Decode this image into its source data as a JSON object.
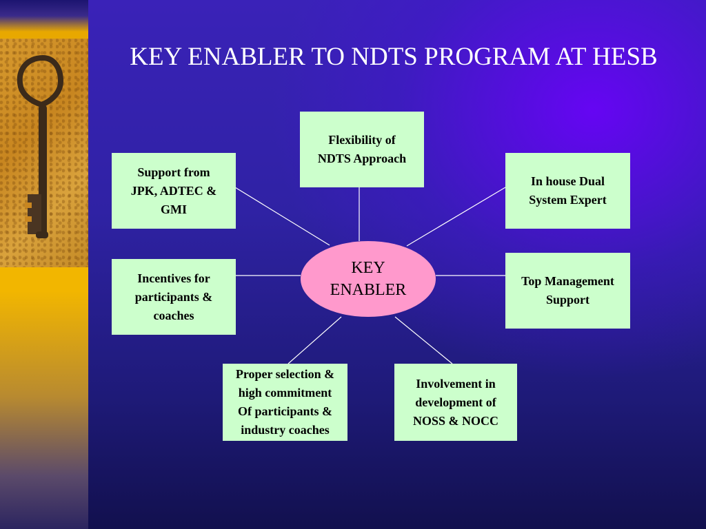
{
  "title": "KEY ENABLER TO NDTS PROGRAM AT HESB",
  "hub_label": "KEY\nENABLER",
  "boxes": {
    "top": "Flexibility of\nNDTS Approach",
    "upper_left": "Support from\nJPK, ADTEC &\nGMI",
    "upper_right": "In house Dual\nSystem Expert",
    "middle_left": "Incentives for\nparticipants &\ncoaches",
    "middle_right": "Top Management\nSupport",
    "lower_left": "Proper selection &\nhigh commitment\nOf participants &\nindustry coaches",
    "lower_right": "Involvement in\ndevelopment of\nNOSS & NOCC"
  },
  "colors": {
    "box_fill": "#ccffcc",
    "hub_fill": "#ff99cc",
    "background": "#3a22b8",
    "connector": "#ffffff"
  },
  "icons": {
    "decoration": "old-key-icon"
  }
}
